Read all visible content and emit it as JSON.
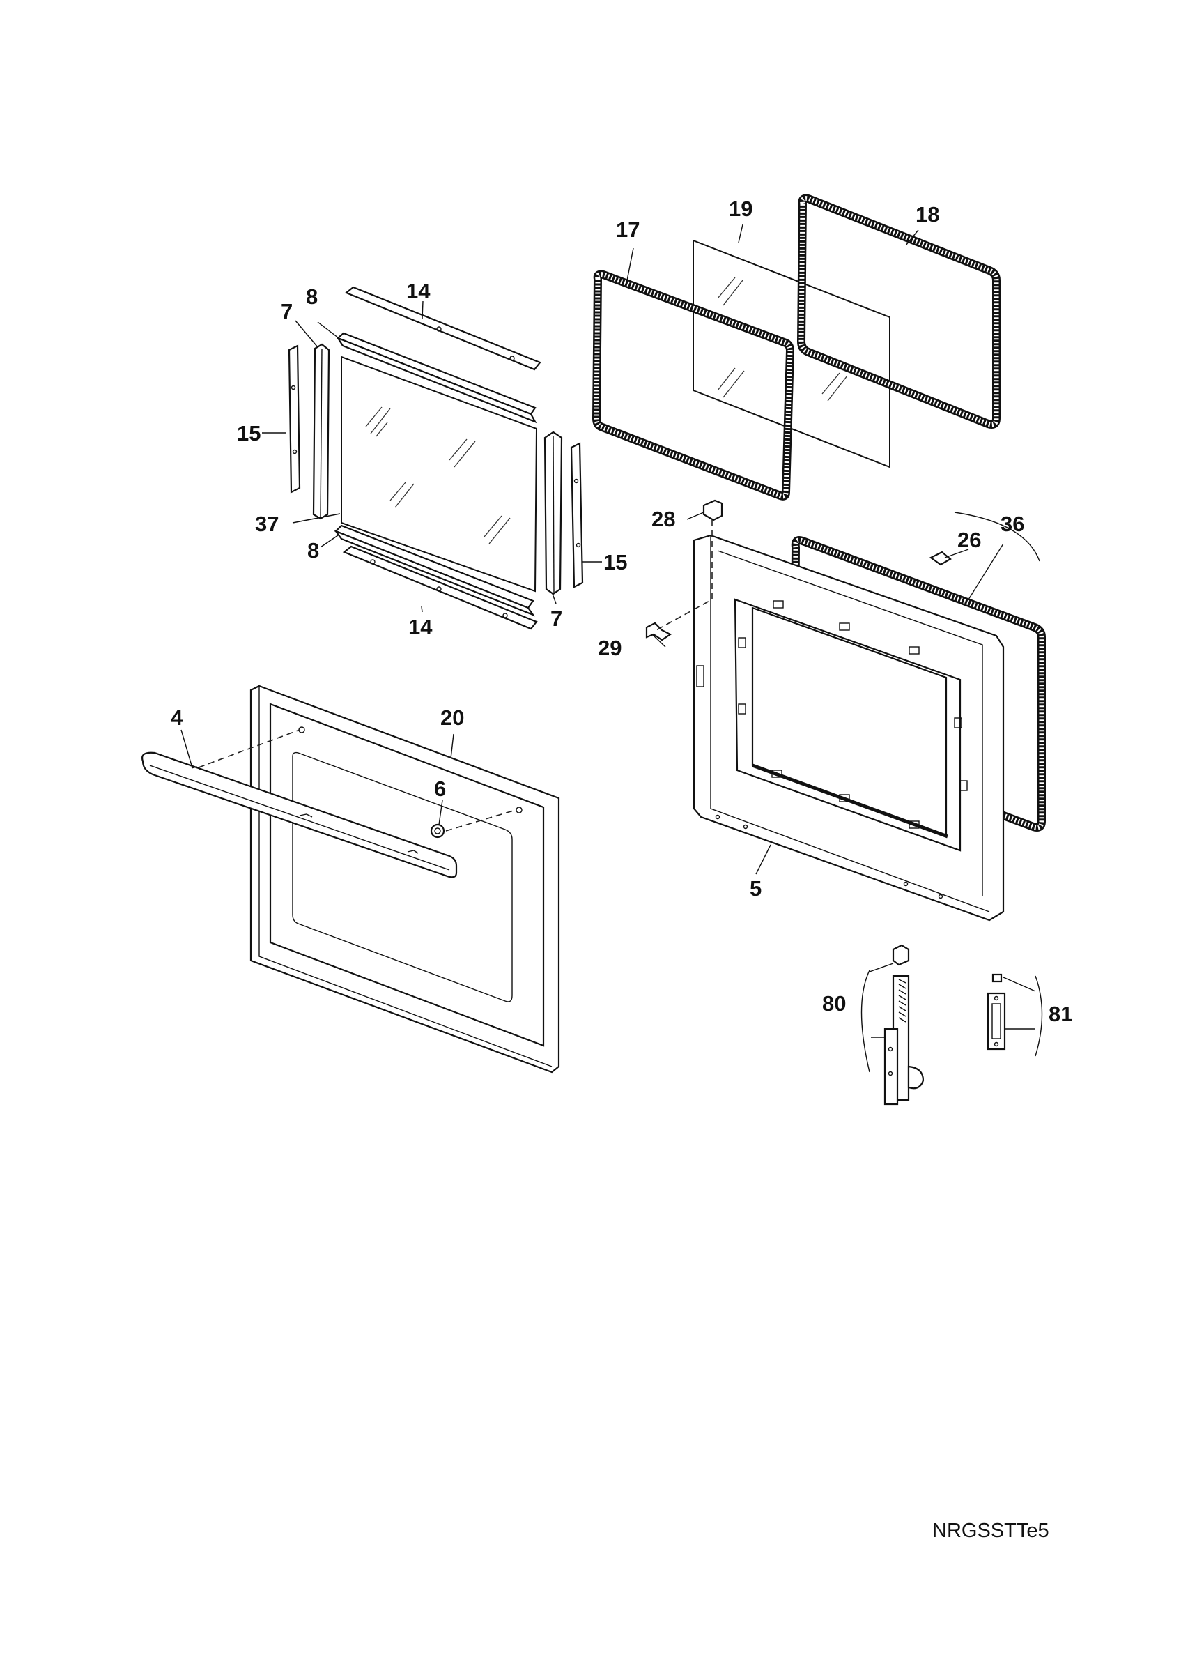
{
  "diagram": {
    "code": "NRGSSTTe5",
    "callouts": [
      "4",
      "5",
      "6",
      "7",
      "7",
      "8",
      "8",
      "14",
      "14",
      "15",
      "15",
      "17",
      "18",
      "19",
      "20",
      "26",
      "28",
      "29",
      "36",
      "37",
      "80",
      "81"
    ]
  }
}
